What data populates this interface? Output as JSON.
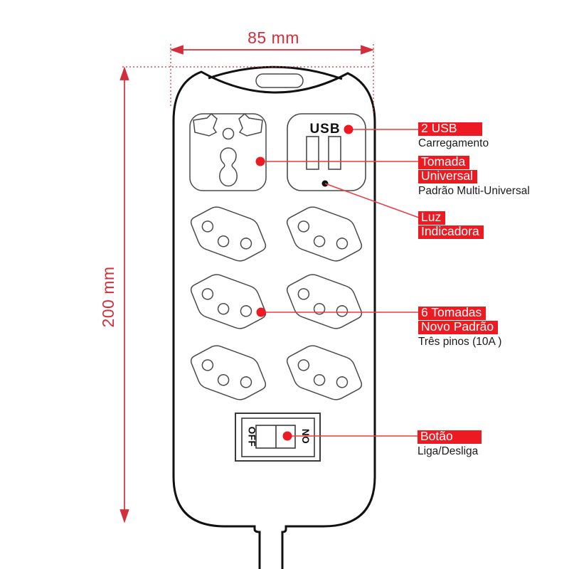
{
  "title": "Diagrama de régua de tomadas (filtro de linha) com cotas e legendas",
  "dimensions": {
    "width_label": "85 mm",
    "height_label": "200 mm"
  },
  "device": {
    "usb_title": "USB",
    "switch": {
      "off_label": "OFF",
      "on_label": "ON"
    }
  },
  "callouts": {
    "usb": {
      "line1": "2 USB",
      "sub": "Carregamento"
    },
    "universal": {
      "line1": "Tomada",
      "line2": "Universal",
      "sub": "Padrão Multi-Universal"
    },
    "light": {
      "line1": "Luz",
      "line2": "Indicadora"
    },
    "outlets": {
      "line1": "6 Tomadas",
      "line2": "Novo Padrão",
      "sub": "Três pinos (10A )"
    },
    "switch": {
      "line1": "Botão",
      "sub": "Liga/Desliga"
    }
  },
  "colors": {
    "label_box_red": "#ed1a21",
    "dimension_red": "#d22f3a",
    "callout_line_red": "#ef3b3d",
    "device_outline": "#111111",
    "detail_stroke": "#4a4a4a"
  }
}
